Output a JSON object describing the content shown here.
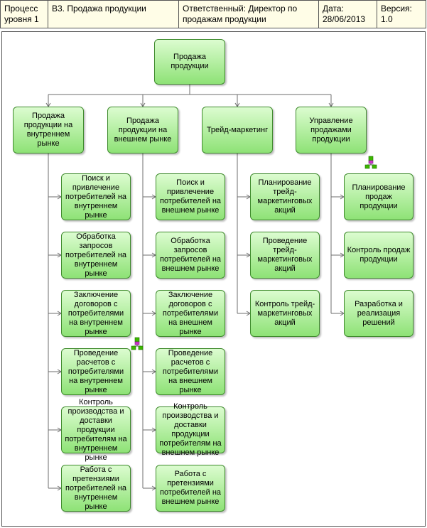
{
  "header": {
    "cell_process": "Процесс\nуровня 1",
    "cell_code": "B3.  Продажа продукции",
    "cell_owner": "Ответственный: Директор по продажам продукции",
    "cell_date": "Дата:\n28/06/2013",
    "cell_version": "Версия:\n1.0"
  },
  "diagram": {
    "root": "Продажа продукции",
    "branches": [
      {
        "label": "Продажа продукции на внутреннем рынке",
        "children": [
          "Поиск и привлечение потребителей на внутреннем рынке",
          "Обработка запросов потребителей на внутреннем рынке",
          "Заключение договоров с потребителями на внутреннем рынке",
          "Проведение расчетов с потребителями на внутреннем рынке",
          "Контроль производства и доставки продукции потребителям на внутреннем рынке",
          "Работа с претензиями потребителей на внутреннем рынке"
        ]
      },
      {
        "label": "Продажа продукции на внешнем рынке",
        "children": [
          "Поиск и привлечение потребителей на внешнем рынке",
          "Обработка запросов потребителей на внешнем рынке",
          "Заключение договоров с потребителями на внешнем рынке",
          "Проведение расчетов с потребителями на внешнем рынке",
          "Контроль производства и доставки продукции потребителям на внешнем рынке",
          "Работа с претензиями потребителей на внешнем рынке"
        ]
      },
      {
        "label": "Трейд-маркетинг",
        "children": [
          "Планирование трейд-маркетинговых акций",
          "Проведение трейд-маркетинговых акций",
          "Контроль трейд-маркетинговых акций"
        ]
      },
      {
        "label": "Управление продажами продукции",
        "children": [
          "Планирование продаж продукции",
          "Контроль продаж продукции",
          "Разработка и реализация решений"
        ]
      }
    ],
    "icons": [
      "hierarchy-icon",
      "hierarchy-icon"
    ],
    "colors": {
      "node_top": "#dcfcd0",
      "node_bottom": "#8ee276",
      "node_border": "#3e8a2c",
      "header_bg": "#fffde7",
      "icon_green": "#3cb800",
      "icon_magenta": "#cc33cc"
    }
  }
}
